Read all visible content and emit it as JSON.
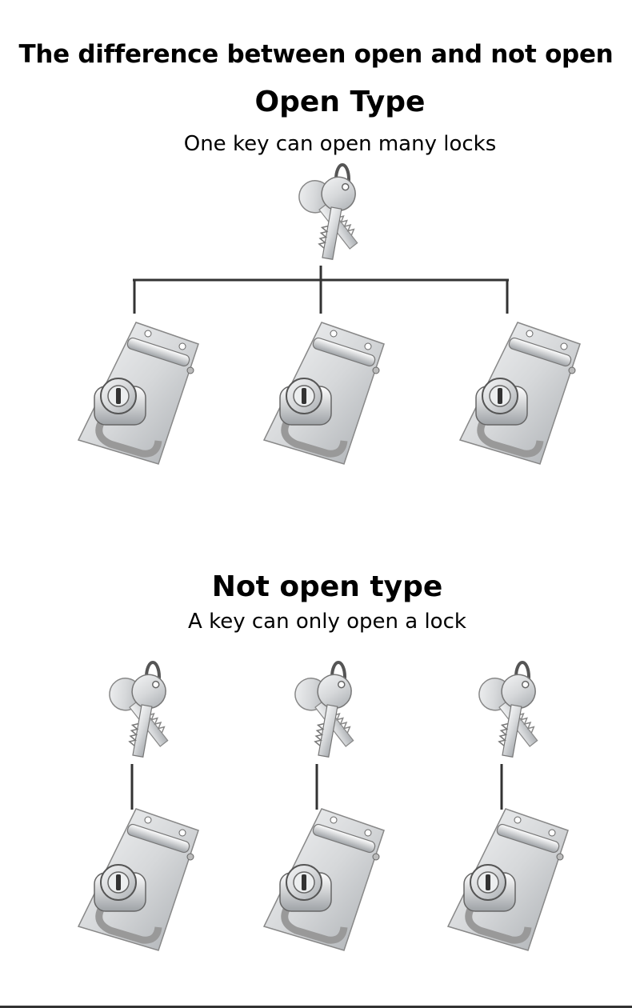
{
  "headline": "The difference between open and not open",
  "open_type": {
    "title": "Open Type",
    "subtitle": "One key can open many locks"
  },
  "not_open_type": {
    "title": "Not open type",
    "subtitle": "A key can only open a lock"
  },
  "icons": {
    "key": "key-pair-icon",
    "lock": "hasp-lock-icon"
  },
  "colors": {
    "text": "#000000",
    "connector": "#333333",
    "metal": "#d8dadc"
  }
}
